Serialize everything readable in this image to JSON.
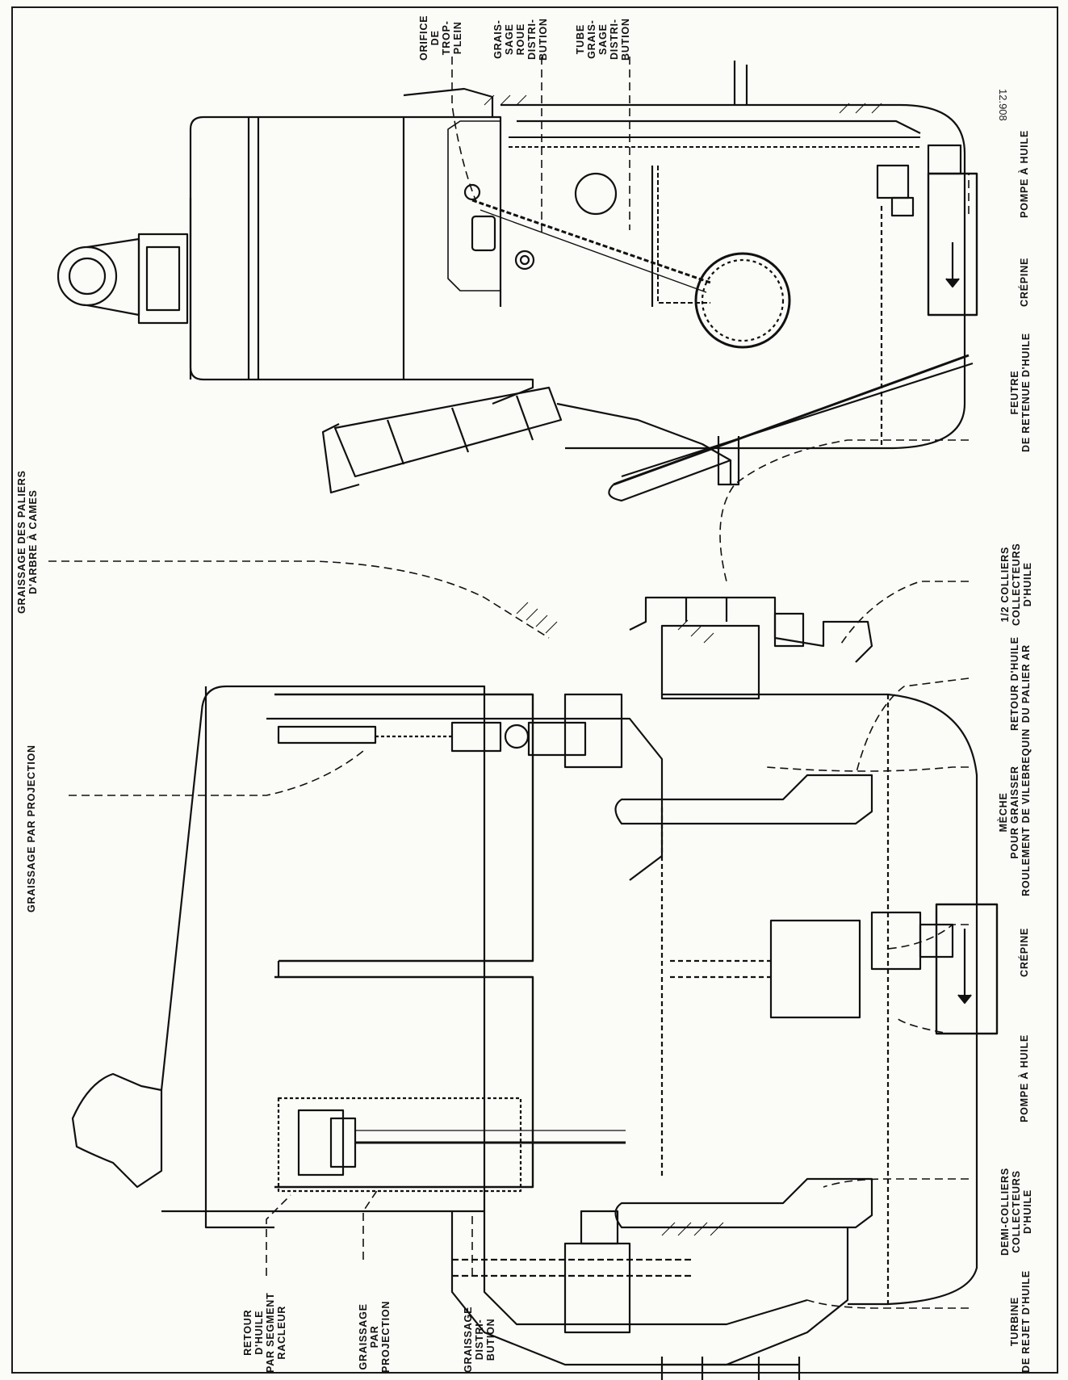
{
  "figure_number": "12.908",
  "top_diagram_labels": {
    "orifice_trop_plein": "ORIFICE\nDE\nTROP-\nPLEIN",
    "graissage_roue": "GRAIS-\nSAGE\nROUE\nDISTRI-\nBUTION",
    "tube_graissage": "TUBE\nGRAIS-\nSAGE\nDISTRI-\nBUTION",
    "pompe_a_huile": "POMPE À HUILE",
    "crepine": "CRÉPINE",
    "feutre": "FEUTRE\nDE RETENUE D'HUILE"
  },
  "bottom_diagram_labels": {
    "graissage_paliers": "GRAISSAGE DES PALIERS\nD'ARBRE À CAMES",
    "graissage_projection_top": "GRAISSAGE PAR PROJECTION",
    "demi_colliers_half": "1/2 COLLIERS\nCOLLECTEURS\nD'HUILE",
    "retour_palier_ar": "RETOUR D'HUILE\nDU PALIER AR",
    "meche": "MÈCHE\nPOUR GRAISSER\nROULEMENT DE VILEBREQUIN",
    "crepine": "CRÉPINE",
    "pompe_a_huile": "POMPE À HUILE",
    "demi_colliers": "DEMI-COLLIERS\nCOLLECTEURS\nD'HUILE",
    "turbine": "TURBINE\nDE REJET D'HUILE",
    "retour_segment": "RETOUR\nD'HUILE\nPAR SEGMENT\nRACLEUR",
    "graissage_par_projection": "GRAISSAGE\nPAR\nPROJECTION",
    "graissage_distribution": "GRAISSAGE\nDISTRI-\nBUTION"
  }
}
